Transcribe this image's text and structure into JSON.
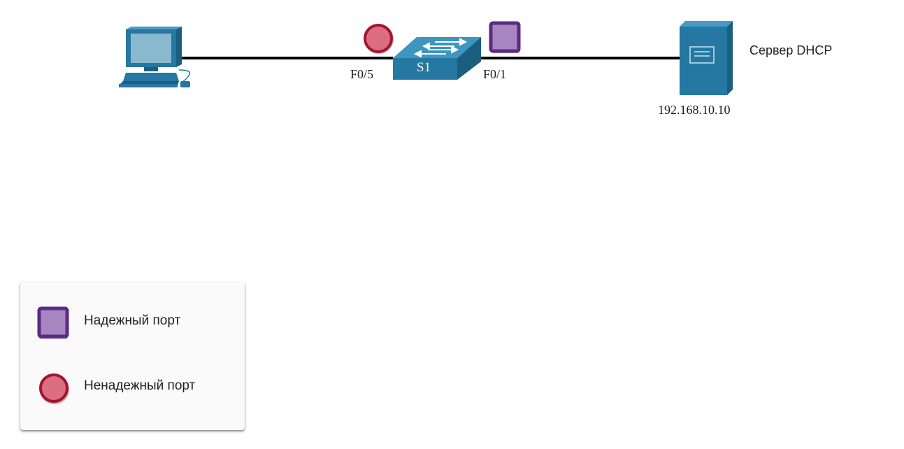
{
  "diagram": {
    "devices": {
      "pc": {
        "icon": "pc-icon"
      },
      "switch": {
        "label": "S1",
        "icon": "switch-icon"
      },
      "server": {
        "label": "Сервер DHCP",
        "ip": "192.168.10.10",
        "icon": "server-icon"
      }
    },
    "ports": {
      "f05": {
        "label": "F0/5",
        "status": "untrusted"
      },
      "f01": {
        "label": "F0/1",
        "status": "trusted"
      }
    }
  },
  "legend": {
    "trusted": {
      "label": "Надежный порт",
      "icon": "trusted-port-icon"
    },
    "untrusted": {
      "label": "Ненадежный порт",
      "icon": "untrusted-port-icon"
    }
  },
  "colors": {
    "device_blue": "#2478a2",
    "device_dark": "#1b5e80",
    "trusted_fill": "#a685c0",
    "trusted_border": "#5c2a82",
    "untrusted_fill": "#dc6e82",
    "untrusted_border": "#a3152f",
    "link": "#000000"
  }
}
